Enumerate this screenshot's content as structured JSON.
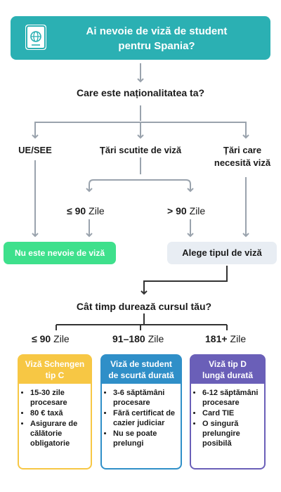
{
  "header": {
    "title_line1": "Ai nevoie de viză de student",
    "title_line2": "pentru Spania?",
    "icon": "passport-globe-icon"
  },
  "question1": "Care este naționalitatea ta?",
  "branches": {
    "eu": "UE/SEE",
    "exempt": "Țări scutite de viză",
    "required_line1": "Țări care",
    "required_line2": "necesită viză"
  },
  "durations1": {
    "short_prefix": "≤ 90",
    "short_unit": "Zile",
    "long_prefix": "> 90",
    "long_unit": "Zile"
  },
  "outcomes": {
    "no_visa": "Nu este nevoie de viză",
    "choose_visa": "Alege tipul de viză"
  },
  "question2": "Cât timp durează cursul tău?",
  "durations2": [
    {
      "prefix": "≤ 90",
      "unit": "Zile"
    },
    {
      "prefix": "91–180",
      "unit": "Zile"
    },
    {
      "prefix": "181+",
      "unit": "Zile"
    }
  ],
  "cards": [
    {
      "title_line1": "Viză Schengen",
      "title_line2": "tip C",
      "color": "#f7c744",
      "items": [
        "15-30 zile procesare",
        "80 € taxă",
        "Asigurare de călătorie obligatorie"
      ]
    },
    {
      "title_line1": "Viză de student",
      "title_line2": "de scurtă durată",
      "color": "#2f8fc8",
      "items": [
        "3-6 săptămâni procesare",
        "Fără certificat de cazier judiciar",
        "Nu se poate prelungi"
      ]
    },
    {
      "title_line1": "Viză tip D",
      "title_line2": "lungă durată",
      "color": "#6a5fb8",
      "items": [
        "6-12 săptămâni procesare",
        "Card TIE",
        "O singură prelungire posibilă"
      ]
    }
  ],
  "colors": {
    "connector": "#9aa3ad",
    "dark_connector": "#333333",
    "header_bg": "#2bb0b3"
  }
}
